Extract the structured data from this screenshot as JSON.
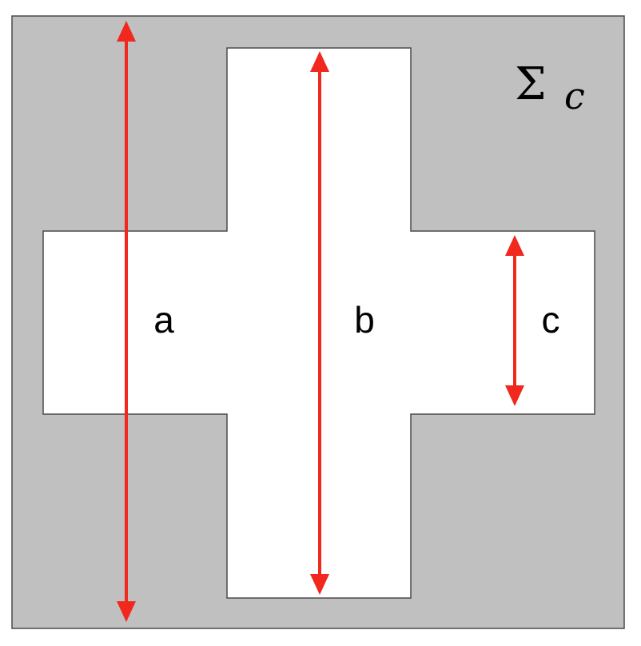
{
  "diagram": {
    "region_label": {
      "symbol": "Σ",
      "subscript": "c"
    },
    "dimensions": [
      {
        "id": "a",
        "label": "a"
      },
      {
        "id": "b",
        "label": "b"
      },
      {
        "id": "c",
        "label": "c"
      }
    ],
    "colors": {
      "region_fill": "#c0c0c0",
      "cross_fill": "#ffffff",
      "outline": "#4a4a4a",
      "arrow": "#f0281e",
      "text": "#000000"
    }
  }
}
